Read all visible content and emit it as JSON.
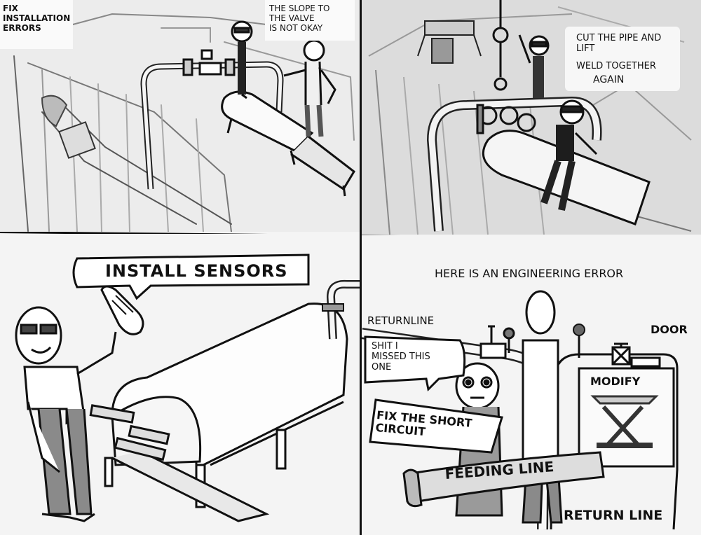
{
  "panels": {
    "p1": {
      "caption": "FIX\nINSTALLATION\nERRORS",
      "speech": "THE SLOPE TO\nTHE VALVE\nIS NOT OKAY"
    },
    "p2": {
      "speech_1": "CUT THE PIPE AND\nLIFT",
      "speech_2": "WELD TOGETHER",
      "speech_3": "AGAIN"
    },
    "p3": {
      "speech": "INSTALL SENSORS"
    },
    "p4": {
      "title": "HERE IS AN ENGINEERING ERROR",
      "label_returnline": "RETURNLINE",
      "label_door": "DOOR",
      "thought": "SHIT I\nMISSED THIS\nONE",
      "note": "FIX THE SHORT\nCIRCUIT",
      "label_modify": "MODIFY",
      "banner": "FEEDING LINE",
      "label_return_line": "RETURN LINE"
    }
  },
  "colors": {
    "ink": "#111111",
    "paper": "#f4f4f4",
    "shade": "#9a9a9a",
    "dark_shade": "#4a4a4a"
  }
}
